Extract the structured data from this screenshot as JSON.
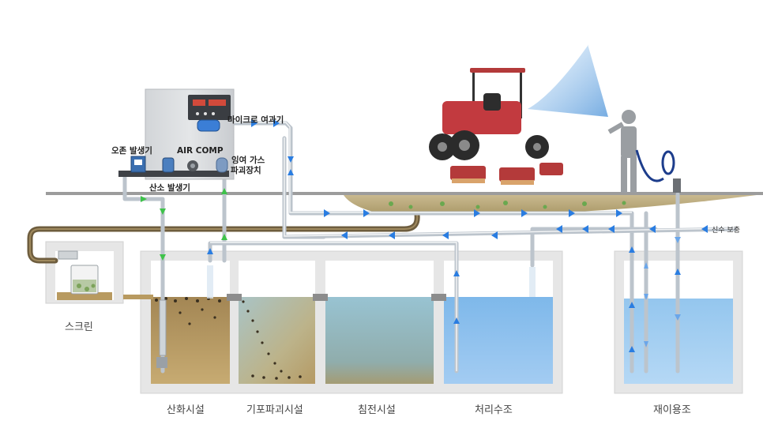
{
  "labels": {
    "screen": "스크린",
    "oxidation": "산화시설",
    "bubble_break": "기포파괴시설",
    "sedimentation": "침전시설",
    "treated_water": "처리수조",
    "reuse": "재이용조",
    "ozone_gen": "오존 발생기",
    "air_comp": "AIR COMP",
    "oxygen_gen": "산소 발생기",
    "residual_gas_1": "잉여 가스",
    "residual_gas_2": "파괴장치",
    "micro_filter": "마이크로 여과기",
    "makeup_water": "신수 보충"
  },
  "colors": {
    "oxidation_water": "#b89a60",
    "bubble_water": "#b9b48a",
    "sediment_water": "#8fb0b0",
    "treated_water": "#8fc0ec",
    "reuse_water": "#9fcdf0",
    "concrete": "#e6e6e6",
    "pipe_dark": "#6e5d3e",
    "pipe_light": "#bcc4cc",
    "arrow_blue": "#2a7de1",
    "arrow_green": "#3ec24a"
  }
}
